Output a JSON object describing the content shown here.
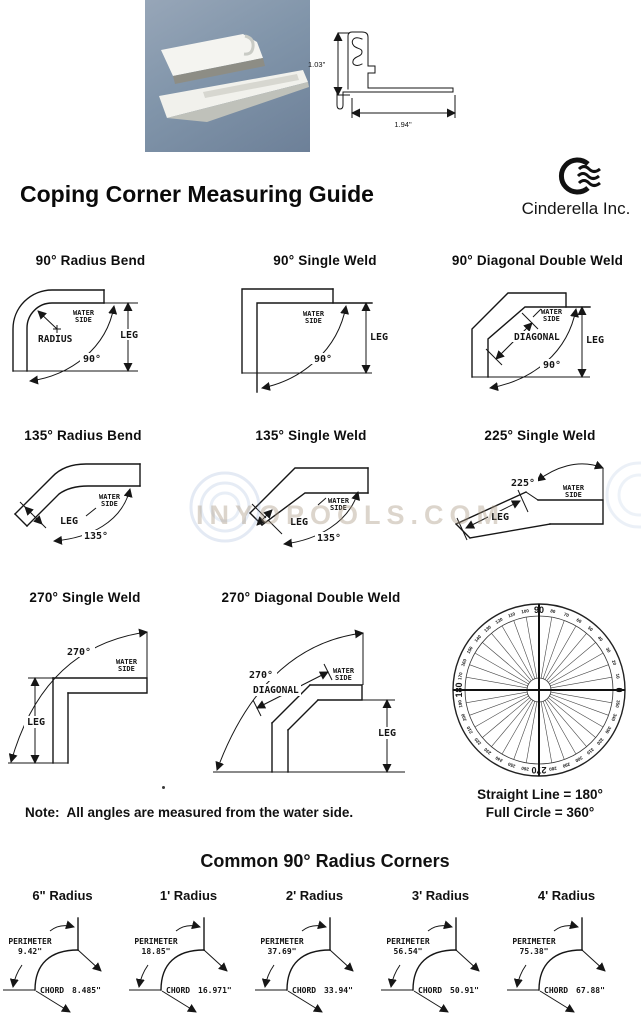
{
  "header": {
    "title": "Coping Corner Measuring Guide",
    "brand": "Cinderella Inc."
  },
  "profile_drawing": {
    "height_dim": "1.03\"",
    "width_dim": "1.94\""
  },
  "shared": {
    "water1": "WATER",
    "water2": "SIDE",
    "leg": "LEG",
    "radius": "RADIUS",
    "diagonal": "DIAGONAL"
  },
  "diagrams": {
    "r90_radius_bend": {
      "title": "90° Radius Bend",
      "angle": "90°"
    },
    "r90_single_weld": {
      "title": "90° Single Weld",
      "angle": "90°"
    },
    "r90_diag_double_weld": {
      "title": "90° Diagonal Double Weld",
      "angle": "90°"
    },
    "r135_radius_bend": {
      "title": "135° Radius Bend",
      "angle": "135°"
    },
    "r135_single_weld": {
      "title": "135° Single Weld",
      "angle": "135°"
    },
    "r225_single_weld": {
      "title": "225° Single Weld",
      "angle": "225°"
    },
    "r270_single_weld": {
      "title": "270° Single Weld",
      "angle": "270°"
    },
    "r270_diag_double_weld": {
      "title": "270° Diagonal Double Weld",
      "angle": "270°"
    }
  },
  "protractor": {
    "major": [
      {
        "label": "0",
        "deg": 0
      },
      {
        "label": "90",
        "deg": 90
      },
      {
        "label": "180",
        "deg": 180
      },
      {
        "label": "270",
        "deg": 270
      }
    ],
    "minor": [
      {
        "label": "10",
        "deg": 10
      },
      {
        "label": "20",
        "deg": 20
      },
      {
        "label": "30",
        "deg": 30
      },
      {
        "label": "40",
        "deg": 40
      },
      {
        "label": "50",
        "deg": 50
      },
      {
        "label": "60",
        "deg": 60
      },
      {
        "label": "70",
        "deg": 70
      },
      {
        "label": "80",
        "deg": 80
      },
      {
        "label": "100",
        "deg": 100
      },
      {
        "label": "110",
        "deg": 110
      },
      {
        "label": "120",
        "deg": 120
      },
      {
        "label": "130",
        "deg": 130
      },
      {
        "label": "140",
        "deg": 140
      },
      {
        "label": "150",
        "deg": 150
      },
      {
        "label": "160",
        "deg": 160
      },
      {
        "label": "170",
        "deg": 170
      },
      {
        "label": "190",
        "deg": 190
      },
      {
        "label": "200",
        "deg": 200
      },
      {
        "label": "210",
        "deg": 210
      },
      {
        "label": "220",
        "deg": 220
      },
      {
        "label": "230",
        "deg": 230
      },
      {
        "label": "240",
        "deg": 240
      },
      {
        "label": "250",
        "deg": 250
      },
      {
        "label": "260",
        "deg": 260
      },
      {
        "label": "280",
        "deg": 280
      },
      {
        "label": "290",
        "deg": 290
      },
      {
        "label": "300",
        "deg": 300
      },
      {
        "label": "310",
        "deg": 310
      },
      {
        "label": "320",
        "deg": 320
      },
      {
        "label": "330",
        "deg": 330
      },
      {
        "label": "340",
        "deg": 340
      },
      {
        "label": "350",
        "deg": 350
      }
    ]
  },
  "legend": {
    "straight_line": "Straight Line = 180°",
    "full_circle": "Full Circle = 360°"
  },
  "note": {
    "text": "Note:  All angles are measured from the water side."
  },
  "watermark": {
    "text": "INYOPOOLS.COM"
  },
  "common_corners": {
    "title": "Common 90° Radius Corners",
    "perimeter_label": "PERIMETER",
    "chord_label": "CHORD",
    "items": [
      {
        "radius": "6\" Radius",
        "perimeter": "9.42\"",
        "chord": "8.485\""
      },
      {
        "radius": "1' Radius",
        "perimeter": "18.85\"",
        "chord": "16.971\""
      },
      {
        "radius": "2' Radius",
        "perimeter": "37.69\"",
        "chord": "33.94\""
      },
      {
        "radius": "3' Radius",
        "perimeter": "56.54\"",
        "chord": "50.91\""
      },
      {
        "radius": "4' Radius",
        "perimeter": "75.38\"",
        "chord": "67.88\""
      }
    ]
  }
}
